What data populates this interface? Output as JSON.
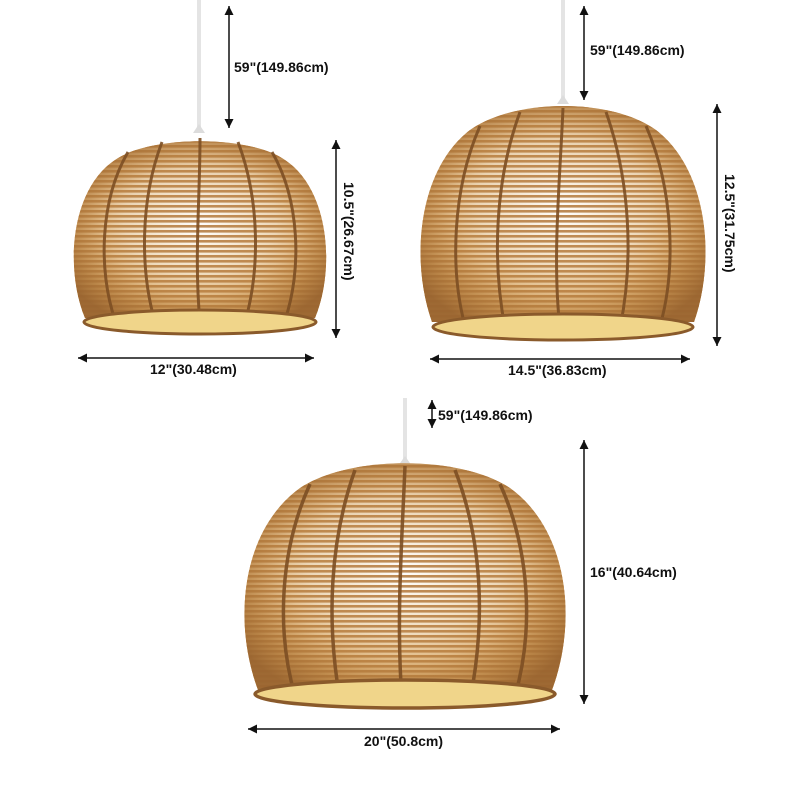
{
  "product": {
    "type": "rattan dome pendant light",
    "colors": {
      "rope_dark": "#8a5a2b",
      "rope_mid": "#b57b3c",
      "rope_light": "#d9a25c",
      "inner_glow": "#fbf5e8",
      "rim_inner": "#f0d58a",
      "cord": "#e8e8e8",
      "annotation": "#111111",
      "background": "#ffffff"
    }
  },
  "variants": [
    {
      "id": "small",
      "cord_length": "59\"(149.86cm)",
      "height": "10.5\"(26.67cm)",
      "width": "12\"(30.48cm)"
    },
    {
      "id": "medium",
      "cord_length": "59\"(149.86cm)",
      "height": "12.5\"(31.75cm)",
      "width": "14.5\"(36.83cm)"
    },
    {
      "id": "large",
      "cord_length": "59\"(149.86cm)",
      "height": "16\"(40.64cm)",
      "width": "20\"(50.8cm)"
    }
  ]
}
